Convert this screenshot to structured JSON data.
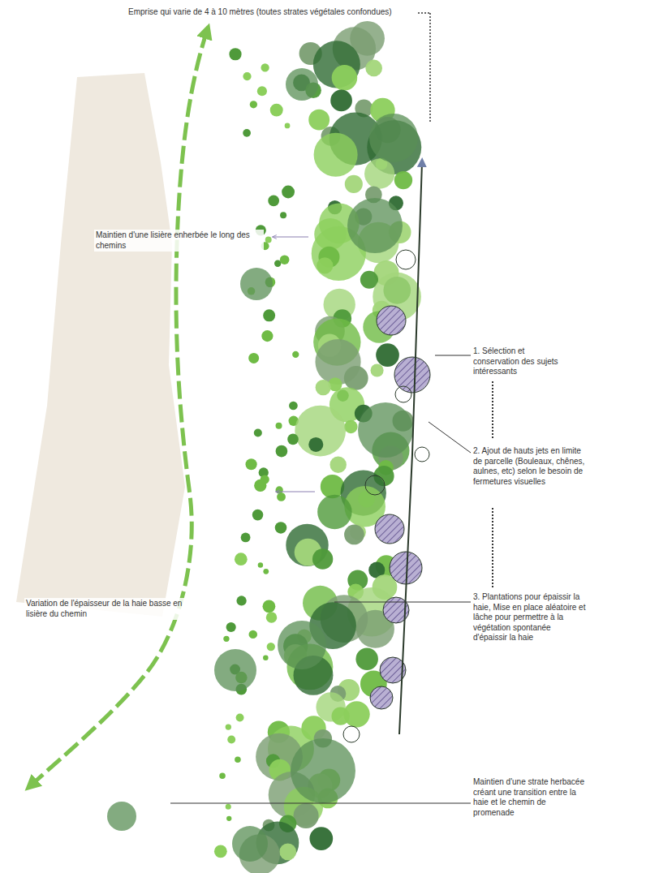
{
  "diagram": {
    "labels": [
      "Emprise qui varie de 4 à 10 mètres (toutes strates végétales confondues)",
      "Maintien d'une lisière enherbée le long des chemins",
      "1. Sélection et conservation des sujets intéressants",
      "2. Ajout de hauts jets en limite de parcelle (Bouleaux, chênes, aulnes, etc) selon le besoin de fermetures visuelles",
      "3. Plantations pour épaissir la haie, Mise en place aléatoire et lâche pour permettre à la végétation spontanée d'épaissir la haie",
      "Variation de l'épaisseur de la haie basse en lisière du chemin",
      "Maintien d'une strate herbacée créant une transition entre la haie et le chemin de promenade"
    ]
  }
}
